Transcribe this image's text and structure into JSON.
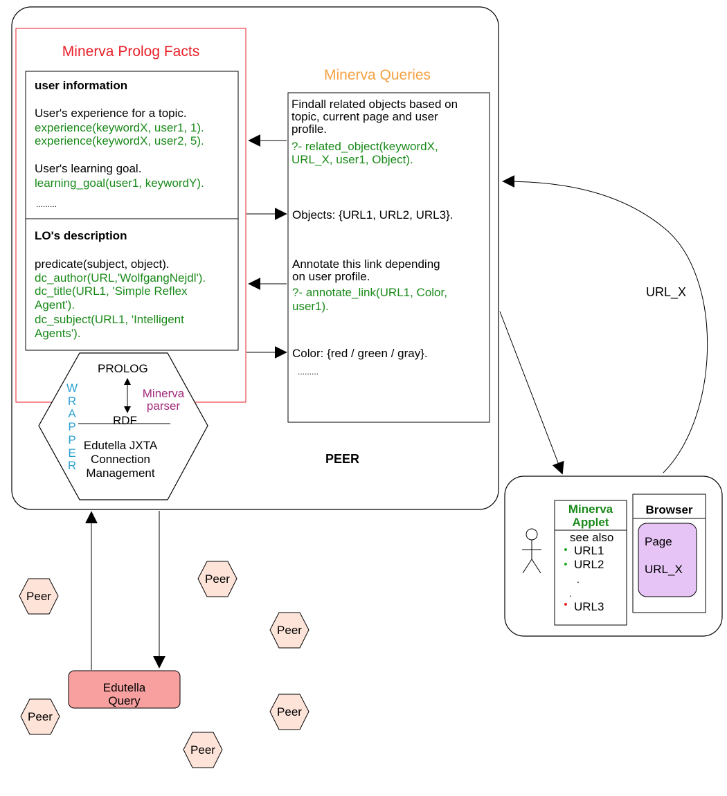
{
  "colors": {
    "facts_title": "#e8202a",
    "queries_title": "#f5a040",
    "predicate_green": "#1a8a1a",
    "wrapper_blue": "#2aa0d0",
    "parser_purple": "#a02a7a",
    "peer_fill": "#fde3d8",
    "query_fill": "#f8a0a0",
    "page_fill": "#e6c4f5",
    "bullet_green": "#22aa22",
    "bullet_red": "#e02020"
  },
  "facts": {
    "title": "Minerva Prolog Facts",
    "user_info": {
      "heading": "user information",
      "exp_label": "User's experience for a topic.",
      "exp_fact1": "experience(keywordX, user1, 1).",
      "exp_fact2": "experience(keywordX, user2, 5).",
      "goal_label": "User's learning goal.",
      "goal_fact": "learning_goal(user1, keywordY).",
      "ellipsis": "........."
    },
    "lo": {
      "heading": "LO's description",
      "pred": "predicate(subject, object).",
      "author": "dc_author(URL,'WolfgangNejdl').",
      "title1": "dc_title(URL1, 'Simple Reflex",
      "title2": "Agent').",
      "subject1": "dc_subject(URL1, 'Intelligent",
      "subject2": "Agents')."
    }
  },
  "queries": {
    "title": "Minerva Queries",
    "q1": [
      "Findall related objects based on",
      "topic, current page and user",
      "profile."
    ],
    "q1_code": [
      "?- related_object(keywordX,",
      "URL_X, user1, Object)."
    ],
    "objects": "Objects: {URL1, URL2, URL3}.",
    "q2": [
      "Annotate this link depending",
      "on user profile."
    ],
    "q2_code": [
      "?- annotate_link(URL1, Color,",
      "user1)."
    ],
    "color": "Color: {red / green / gray}.",
    "ellipsis": "........."
  },
  "hexagon": {
    "prolog": "PROLOG",
    "wrapper_letters": [
      "W",
      "R",
      "A",
      "P",
      "P",
      "E",
      "R"
    ],
    "parser": [
      "Minerva",
      "parser"
    ],
    "rdf": "RDF",
    "connection": [
      "Edutella JXTA",
      "Connection",
      "Management"
    ]
  },
  "peer_label": "PEER",
  "url_x_label": "URL_X",
  "client": {
    "applet_title": [
      "Minerva",
      "Applet"
    ],
    "see_also": "see also",
    "urls": [
      "URL1",
      "URL2",
      "URL3"
    ],
    "dots": [
      ".",
      "."
    ],
    "browser_title": "Browser",
    "page_lines": [
      "Page",
      "URL_X"
    ]
  },
  "peers": [
    "Peer",
    "Peer",
    "Peer",
    "Peer",
    "Peer",
    "Peer"
  ],
  "edutella_query": [
    "Edutella",
    "Query"
  ]
}
